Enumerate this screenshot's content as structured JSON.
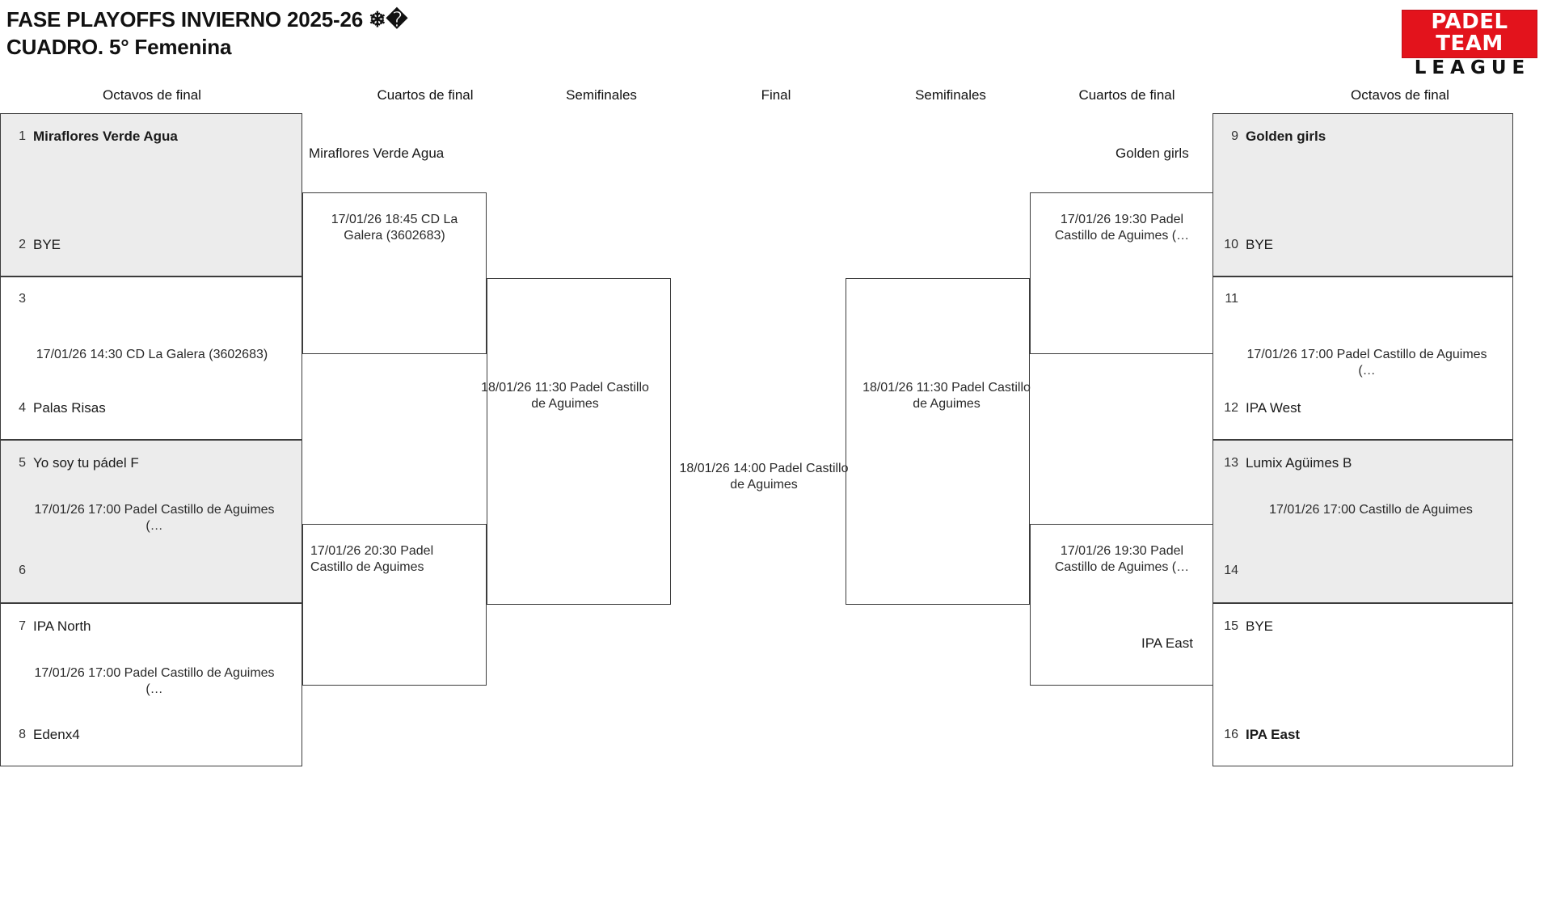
{
  "header": {
    "title_line1": "FASE PLAYOFFS INVIERNO 2025-26 ❄�",
    "title_line2": "CUADRO. 5° Femenina",
    "logo_top": "PADEL TEAM",
    "logo_bottom": "LEAGUE"
  },
  "round_headers": {
    "left_r16": "Octavos de final",
    "left_qf": "Cuartos de final",
    "left_sf": "Semifinales",
    "final": "Final",
    "right_sf": "Semifinales",
    "right_qf": "Cuartos de final",
    "right_r16": "Octavos de final"
  },
  "left": {
    "r16": [
      {
        "shaded": true,
        "top": {
          "seed": "1",
          "name": "Miraflores Verde Agua",
          "bold": true
        },
        "bottom": {
          "seed": "2",
          "name": "BYE",
          "bold": false
        },
        "match": ""
      },
      {
        "shaded": false,
        "top": {
          "seed": "3",
          "name": "",
          "bold": false
        },
        "bottom": {
          "seed": "4",
          "name": "Palas Risas",
          "bold": false
        },
        "match": "17/01/26 14:30 CD La Galera (3602683)"
      },
      {
        "shaded": true,
        "top": {
          "seed": "5",
          "name": "Yo soy tu pádel F",
          "bold": false
        },
        "bottom": {
          "seed": "6",
          "name": "",
          "bold": false
        },
        "match": "17/01/26 17:00 Padel Castillo de Aguimes (…"
      },
      {
        "shaded": false,
        "top": {
          "seed": "7",
          "name": "IPA North",
          "bold": false
        },
        "bottom": {
          "seed": "8",
          "name": "Edenx4",
          "bold": false
        },
        "match": "17/01/26 17:00 Padel Castillo de Aguimes (…"
      }
    ],
    "qf": [
      {
        "advanced": "Miraflores Verde Agua",
        "match": "17/01/26 18:45 CD La Galera (3602683)"
      },
      {
        "advanced": "",
        "match": "17/01/26 20:30 Padel Castillo de Aguimes"
      }
    ],
    "sf": {
      "advanced": "",
      "match": "18/01/26 11:30 Padel Castillo de Aguimes"
    }
  },
  "final": {
    "match": "18/01/26 14:00 Padel Castillo de Aguimes"
  },
  "right": {
    "sf": {
      "advanced": "",
      "match": "18/01/26 11:30 Padel Castillo de Aguimes"
    },
    "qf": [
      {
        "advanced": "Golden girls",
        "match": "17/01/26 19:30 Padel Castillo de Aguimes (…"
      },
      {
        "advanced": "IPA East",
        "match": "17/01/26 19:30 Padel Castillo de Aguimes (…"
      }
    ],
    "r16": [
      {
        "shaded": true,
        "top": {
          "seed": "9",
          "name": "Golden girls",
          "bold": true
        },
        "bottom": {
          "seed": "10",
          "name": "BYE",
          "bold": false
        },
        "match": ""
      },
      {
        "shaded": false,
        "top": {
          "seed": "11",
          "name": "",
          "bold": false
        },
        "bottom": {
          "seed": "12",
          "name": "IPA West",
          "bold": false
        },
        "match": "17/01/26 17:00 Padel Castillo de Aguimes (…"
      },
      {
        "shaded": true,
        "top": {
          "seed": "13",
          "name": "Lumix Agüimes B",
          "bold": false
        },
        "bottom": {
          "seed": "14",
          "name": "",
          "bold": false
        },
        "match": "17/01/26 17:00 Castillo de Aguimes"
      },
      {
        "shaded": false,
        "top": {
          "seed": "15",
          "name": "BYE",
          "bold": false
        },
        "bottom": {
          "seed": "16",
          "name": "IPA East",
          "bold": true
        },
        "match": ""
      }
    ]
  }
}
